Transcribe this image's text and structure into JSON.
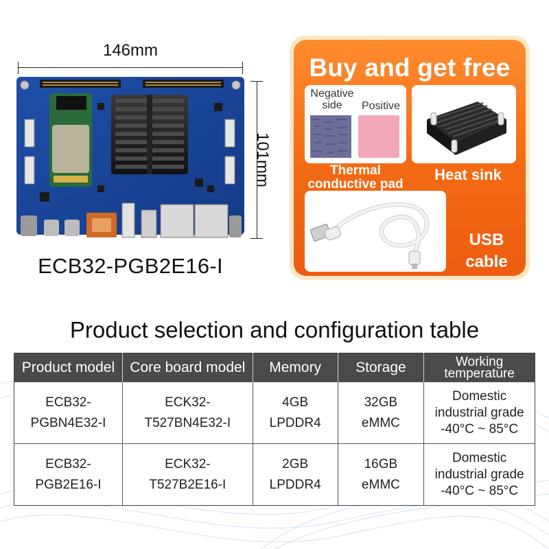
{
  "board": {
    "width_label": "146mm",
    "height_label": "101mm",
    "model_label": "ECB32-PGB2E16-I"
  },
  "promo": {
    "title": "Buy and get free",
    "pad_negative_label": "Negative side",
    "pad_positive_label": "Positive",
    "pad_caption": "Thermal conductive pad",
    "sink_caption": "Heat sink",
    "usb_caption": "USB cable",
    "colors": {
      "panel": "#f36a14",
      "border": "#ffe7c4",
      "pad_positive": "#f2a8b8"
    }
  },
  "table": {
    "title": "Product selection and configuration table",
    "headers": [
      "Product model",
      "Core board model",
      "Memory",
      "Storage",
      "Working temperature"
    ],
    "rows": [
      [
        "ECB32-\nPGBN4E32-I",
        "ECK32-\nT527BN4E32-I",
        "4GB\nLPDDR4",
        "32GB\neMMC",
        "Domestic\nindustrial grade\n-40°C ~ 85°C"
      ],
      [
        "ECB32-\nPGB2E16-I",
        "ECK32-\nT527B2E16-I",
        "2GB\nLPDDR4",
        "16GB\neMMC",
        "Domestic\nindustrial grade\n-40°C ~ 85°C"
      ]
    ],
    "header_color": "#4a4a4a"
  }
}
